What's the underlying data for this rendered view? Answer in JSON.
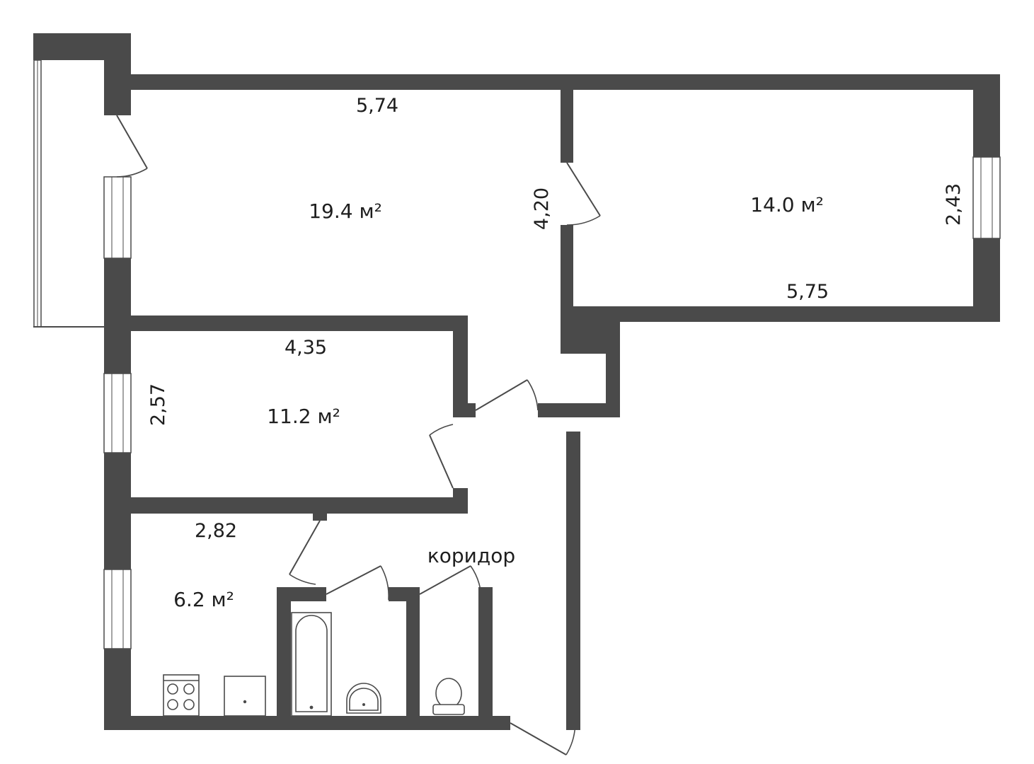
{
  "rooms": {
    "living_room": {
      "area": "19.4 м²",
      "width_top": "5,74",
      "height": "4,20"
    },
    "bedroom": {
      "area": "14.0 м²",
      "height": "2,43",
      "width_bottom": "5,75"
    },
    "small_room": {
      "area": "11.2 м²",
      "width_top": "4,35",
      "height": "2,57"
    },
    "kitchen": {
      "area": "6.2 м²",
      "width_top": "2,82"
    },
    "corridor": {
      "label": "коридор"
    }
  },
  "colors": {
    "wall": "#4a4a4a",
    "background": "#ffffff"
  },
  "icons": [
    "door-swing-icon",
    "window-icon",
    "stove-icon",
    "kitchen-sink-icon",
    "bathtub-icon",
    "washbasin-icon",
    "toilet-icon"
  ]
}
